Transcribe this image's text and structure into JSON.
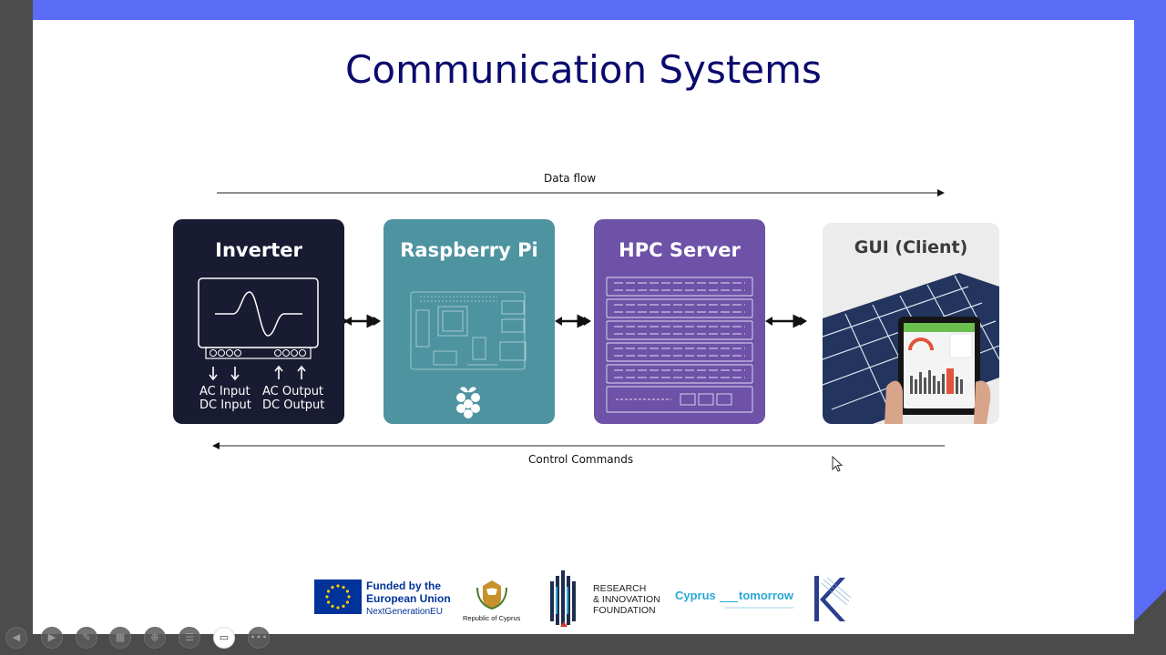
{
  "slide": {
    "title": "Communication Systems",
    "data_flow_label": "Data flow",
    "control_label": "Control Commands"
  },
  "cards": {
    "inverter": {
      "title": "Inverter",
      "in_labels": [
        "AC Input",
        "DC Input"
      ],
      "out_labels": [
        "AC Output",
        "DC Output"
      ]
    },
    "raspberry": {
      "title": "Raspberry Pi"
    },
    "hpc": {
      "title": "HPC Server"
    },
    "gui": {
      "title": "GUI (Client)"
    }
  },
  "footer": {
    "eu_line1": "Funded by the",
    "eu_line2": "European Union",
    "eu_line3": "NextGenerationEU",
    "cyprus_caption": "Republic of Cyprus",
    "rif_line1": "RESEARCH",
    "rif_line2": "& INNOVATION",
    "rif_line3": "FOUNDATION",
    "cyprus_tomorrow_a": "Cyprus",
    "cyprus_tomorrow_b": "tomorrow"
  },
  "toolbar": {
    "buttons": [
      "back-icon",
      "play-icon",
      "pen-icon",
      "slides-icon",
      "zoom-icon",
      "subtitles-icon",
      "camera-icon",
      "more-icon"
    ]
  },
  "colors": {
    "title": "#0a0a6e",
    "frame_accent": "#5b6cf7",
    "inverter_bg": "#191b32",
    "raspberry_bg": "#4e93a0",
    "hpc_bg": "#6d52a8",
    "eu_blue": "#003399",
    "cyprus_tomorrow": "#2aa8d6"
  }
}
